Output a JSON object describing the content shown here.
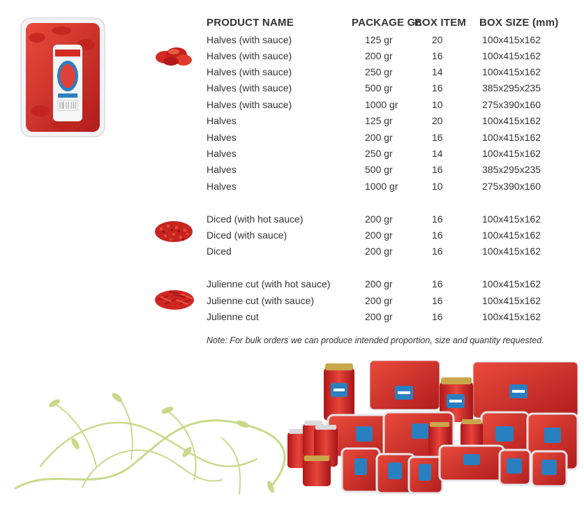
{
  "table": {
    "headers": {
      "name": "PRODUCT NAME",
      "package": "PACKAGE Gr.",
      "box_item": "BOX ITEM",
      "box_size": "BOX SIZE (mm)"
    },
    "groups": [
      {
        "image": "tomato-halves-image",
        "rows": [
          {
            "name": "Halves  (with sauce)",
            "package": "125 gr",
            "box_item": "20",
            "box_size": "100x415x162"
          },
          {
            "name": "Halves  (with sauce)",
            "package": "200 gr",
            "box_item": "16",
            "box_size": "100x415x162"
          },
          {
            "name": "Halves  (with sauce)",
            "package": "250 gr",
            "box_item": "14",
            "box_size": "100x415x162"
          },
          {
            "name": "Halves  (with sauce)",
            "package": "500 gr",
            "box_item": "16",
            "box_size": "385x295x235"
          },
          {
            "name": "Halves  (with sauce)",
            "package": "1000 gr",
            "box_item": "10",
            "box_size": "275x390x160"
          },
          {
            "name": "Halves",
            "package": "125 gr",
            "box_item": "20",
            "box_size": "100x415x162"
          },
          {
            "name": "Halves",
            "package": "200 gr",
            "box_item": "16",
            "box_size": "100x415x162"
          },
          {
            "name": "Halves",
            "package": "250 gr",
            "box_item": "14",
            "box_size": "100x415x162"
          },
          {
            "name": "Halves",
            "package": "500 gr",
            "box_item": "16",
            "box_size": "385x295x235"
          },
          {
            "name": "Halves",
            "package": "1000 gr",
            "box_item": "10",
            "box_size": "275x390x160"
          }
        ]
      },
      {
        "image": "tomato-diced-image",
        "rows": [
          {
            "name": "Diced (with hot sauce)",
            "package": "200 gr",
            "box_item": "16",
            "box_size": "100x415x162"
          },
          {
            "name": "Diced  (with sauce)",
            "package": "200 gr",
            "box_item": "16",
            "box_size": "100x415x162"
          },
          {
            "name": "Diced",
            "package": "200 gr",
            "box_item": "16",
            "box_size": "100x415x162"
          }
        ]
      },
      {
        "image": "tomato-julienne-image",
        "rows": [
          {
            "name": "Julienne cut (with hot sauce)",
            "package": "200 gr",
            "box_item": "16",
            "box_size": "100x415x162"
          },
          {
            "name": "Julienne cut (with sauce)",
            "package": "200 gr",
            "box_item": "16",
            "box_size": "100x415x162"
          },
          {
            "name": "Julienne cut",
            "package": "200 gr",
            "box_item": "16",
            "box_size": "100x415x162"
          }
        ]
      }
    ]
  },
  "note": "Note: For bulk orders we can produce intended proportion, size and quantity requested.",
  "colors": {
    "tomato_red": "#d42a22",
    "tomato_dark": "#a5151a",
    "swirl_green": "#c9d98a",
    "label_blue": "#2a7fc0"
  }
}
